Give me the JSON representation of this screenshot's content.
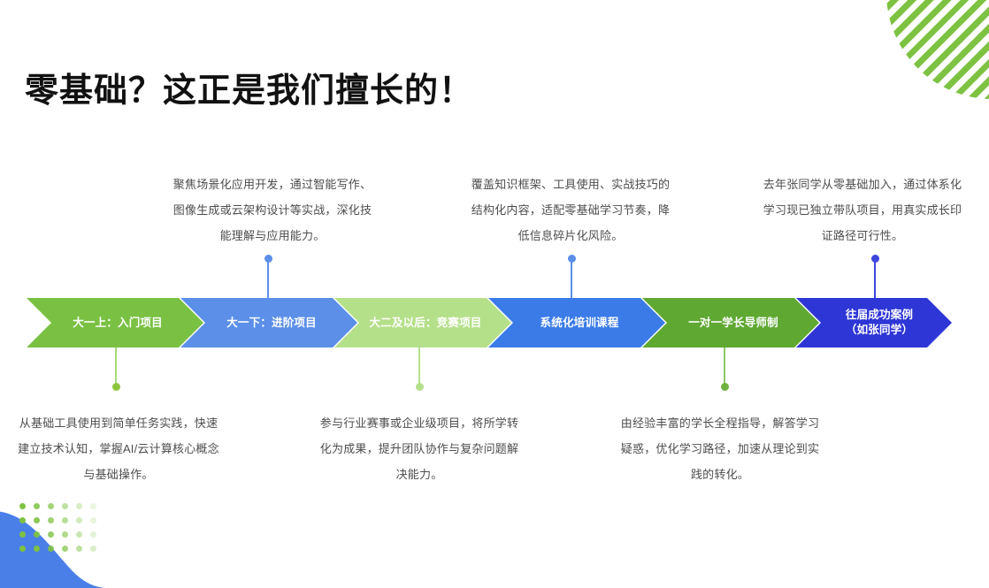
{
  "page": {
    "title": "零基础？这正是我们擅长的！",
    "background_color": "#ffffff"
  },
  "decorations": {
    "top_right": {
      "name": "diagonal-stripes-quarter-circle",
      "color": "#7DC242"
    },
    "bottom_left_wave": {
      "name": "blue-wave-shape",
      "color": "#4A7FE8"
    },
    "bottom_left_dots": {
      "name": "green-dot-grid",
      "color": "#7DC242",
      "rows": 4,
      "cols": 6
    }
  },
  "process": {
    "steps": [
      {
        "label": "大一上：入门项目",
        "color": "#7AC143",
        "text_color": "#ffffff"
      },
      {
        "label": "大一下：进阶项目",
        "color": "#5B8FE8",
        "text_color": "#ffffff"
      },
      {
        "label": "大二及以后：竞赛项目",
        "color": "#B5E08A",
        "text_color": "#ffffff"
      },
      {
        "label": "系统化培训课程",
        "color": "#3B7BE8",
        "text_color": "#ffffff"
      },
      {
        "label": "一对一学长导师制",
        "color": "#5FA832",
        "text_color": "#ffffff"
      },
      {
        "label": "往届成功案例\n（如张同学）",
        "color": "#2E36D6",
        "text_color": "#ffffff"
      }
    ]
  },
  "callouts": {
    "top": [
      {
        "step_index": 1,
        "text": "聚焦场景化应用开发，通过智能写作、图像生成或云架构设计等实战，深化技能理解与应用能力。",
        "connector_color": "#5B8FE8"
      },
      {
        "step_index": 3,
        "text": "覆盖知识框架、工具使用、实战技巧的结构化内容，适配零基础学习节奏，降低信息碎片化风险。",
        "connector_color": "#5B8FE8"
      },
      {
        "step_index": 5,
        "text": "去年张同学从零基础加入，通过体系化学习现已独立带队项目，用真实成长印证路径可行性。",
        "connector_color": "#3D46DD"
      }
    ],
    "bottom": [
      {
        "step_index": 0,
        "text": "从基础工具使用到简单任务实践，快速建立技术认知，掌握AI/云计算核心概念与基础操作。",
        "connector_color": "#8CC63F"
      },
      {
        "step_index": 2,
        "text": "参与行业赛事或企业级项目，将所学转化为成果，提升团队协作与复杂问题解决能力。",
        "connector_color": "#B5E08A"
      },
      {
        "step_index": 4,
        "text": "由经验丰富的学长全程指导，解答学习疑惑，优化学习路径，加速从理论到实践的转化。",
        "connector_color": "#6DB33F"
      }
    ]
  }
}
